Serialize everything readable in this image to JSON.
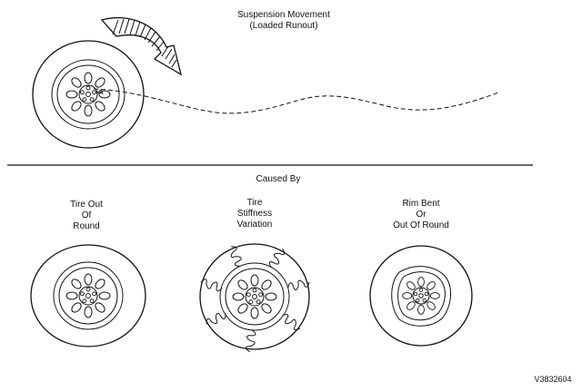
{
  "title": {
    "line1": "Suspension Movement",
    "line2": "(Loaded Runout)"
  },
  "caused_by": "Caused By",
  "causes": [
    {
      "lines": [
        "Tire Out",
        "Of",
        "Round"
      ]
    },
    {
      "lines": [
        "Tire",
        "Stiffness",
        "Variation"
      ]
    },
    {
      "lines": [
        "Rim Bent",
        "Or",
        "Out Of Round"
      ]
    }
  ],
  "figure_code": "V3832604",
  "icons": {
    "top": "wheel-icon",
    "arrow": "rotation-arrow-icon",
    "path": "wavy-path-line",
    "wheels": [
      "tire-out-of-round-icon",
      "tire-stiffness-variation-icon",
      "rim-bent-icon"
    ]
  }
}
